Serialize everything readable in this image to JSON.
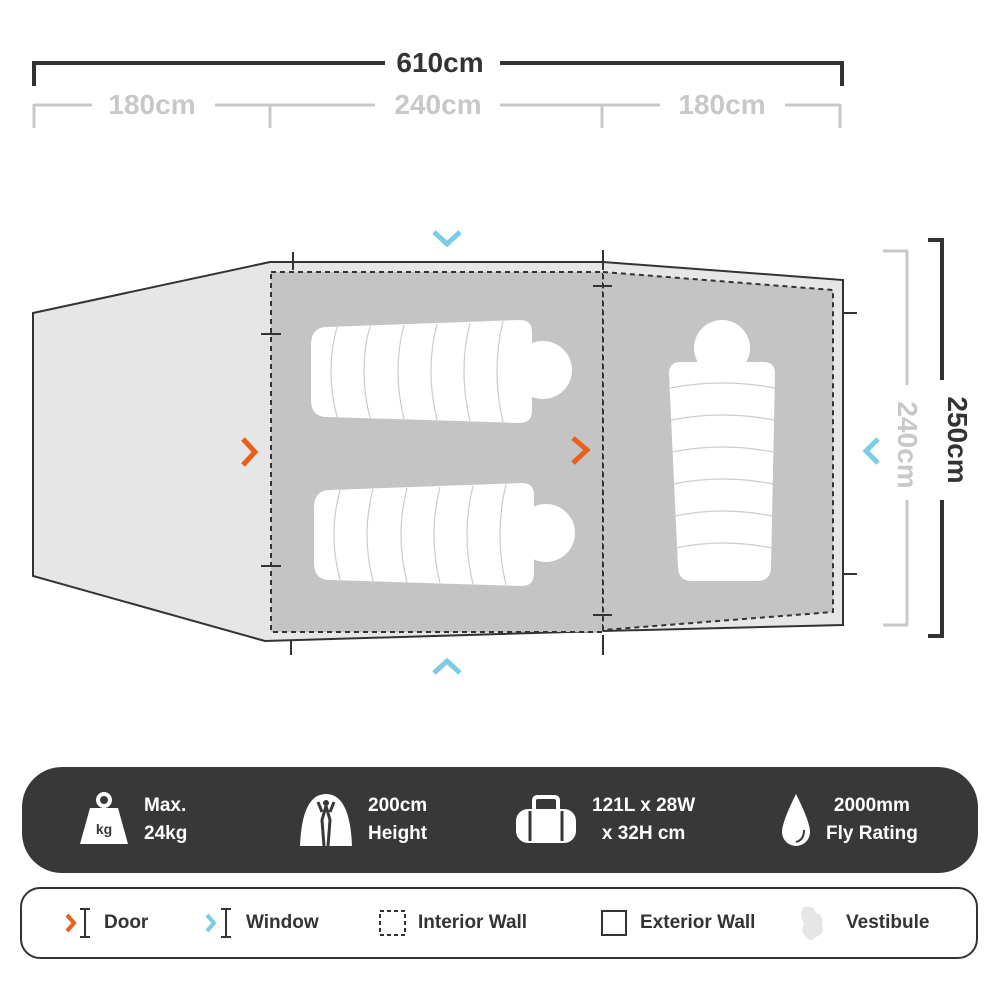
{
  "dimensions": {
    "total_length": "610cm",
    "sections": [
      "180cm",
      "240cm",
      "180cm"
    ],
    "total_width": "250cm",
    "inner_width": "240cm"
  },
  "stats": [
    {
      "icon": "weight-icon",
      "line1": "Max.",
      "line2": "24kg",
      "icon_text": "kg"
    },
    {
      "icon": "tent-height-icon",
      "line1": "200cm",
      "line2": "Height"
    },
    {
      "icon": "duffel-bag-icon",
      "line1": "121L x 28W",
      "line2": "x 32H cm"
    },
    {
      "icon": "water-drop-icon",
      "line1": "2000mm",
      "line2": "Fly Rating"
    }
  ],
  "legend": [
    {
      "icon": "door-icon",
      "label": "Door"
    },
    {
      "icon": "window-icon",
      "label": "Window"
    },
    {
      "icon": "interior-wall-icon",
      "label": "Interior Wall"
    },
    {
      "icon": "exterior-wall-icon",
      "label": "Exterior Wall"
    },
    {
      "icon": "vestibule-icon",
      "label": "Vestibule"
    }
  ],
  "colors": {
    "door": "#e8601c",
    "window": "#7ccde3",
    "dark": "#333333",
    "vestibule": "#e6e6e6",
    "interior": "#c4c4c4",
    "dim_gray": "#c8c8c8"
  }
}
